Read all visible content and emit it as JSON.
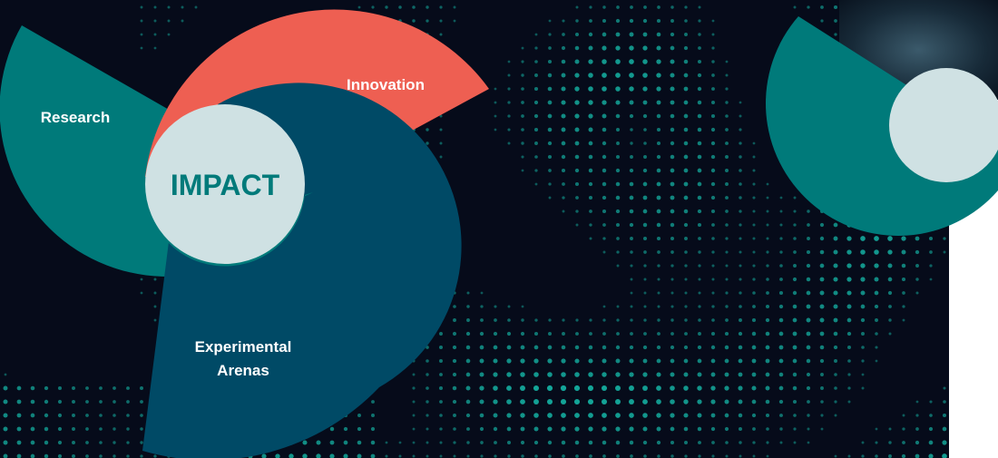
{
  "diagram": {
    "center_label": "IMPACT",
    "segments": [
      {
        "id": "research",
        "label": "Research",
        "color": "#007a7a"
      },
      {
        "id": "innovation",
        "label": "Innovation",
        "color": "#ee5f52"
      },
      {
        "id": "experimental",
        "label_line1": "Experimental",
        "label_line2": "Arenas",
        "color": "#004a66"
      }
    ],
    "center_fill": "#cfe1e3",
    "center_text_color": "#007a7a"
  },
  "background": {
    "base_color": "#060b1a",
    "dot_color": "#15b3a4",
    "panel_color": "#ffffff"
  }
}
